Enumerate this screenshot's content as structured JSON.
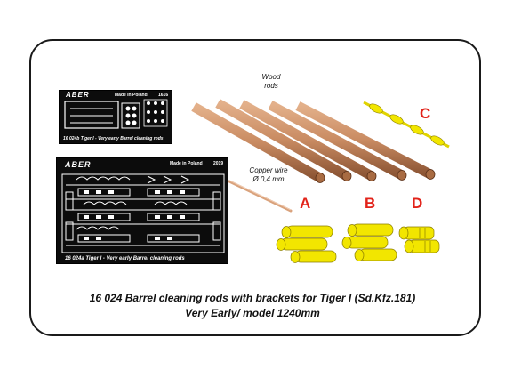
{
  "fret_top": {
    "brand": "ABER",
    "made_in": "Made in Poland",
    "made_code": "1616",
    "caption": "16 024b Tiger I - Very early Barrel cleaning rods"
  },
  "fret_main": {
    "brand": "ABER",
    "made_in": "Made in Poland",
    "made_code": "2019",
    "caption": "16 024a Tiger I - Very early Barrel cleaning rods"
  },
  "labels": {
    "wood_rods_line1": "Wood",
    "wood_rods_line2": "rods",
    "copper_wire_line1": "Copper wire",
    "copper_wire_line2": "Ø 0,4 mm",
    "letter_a": "A",
    "letter_b": "B",
    "letter_c": "C",
    "letter_d": "D"
  },
  "title": {
    "line1": "16 024   Barrel cleaning rods with brackets for Tiger I (Sd.Kfz.181)",
    "line2": "Very Early/ model 1240mm"
  },
  "colors": {
    "accent_letter": "#e2231a",
    "wood": "#c98b62",
    "brass": "#f2e600",
    "fret": "#0c0c0c"
  }
}
